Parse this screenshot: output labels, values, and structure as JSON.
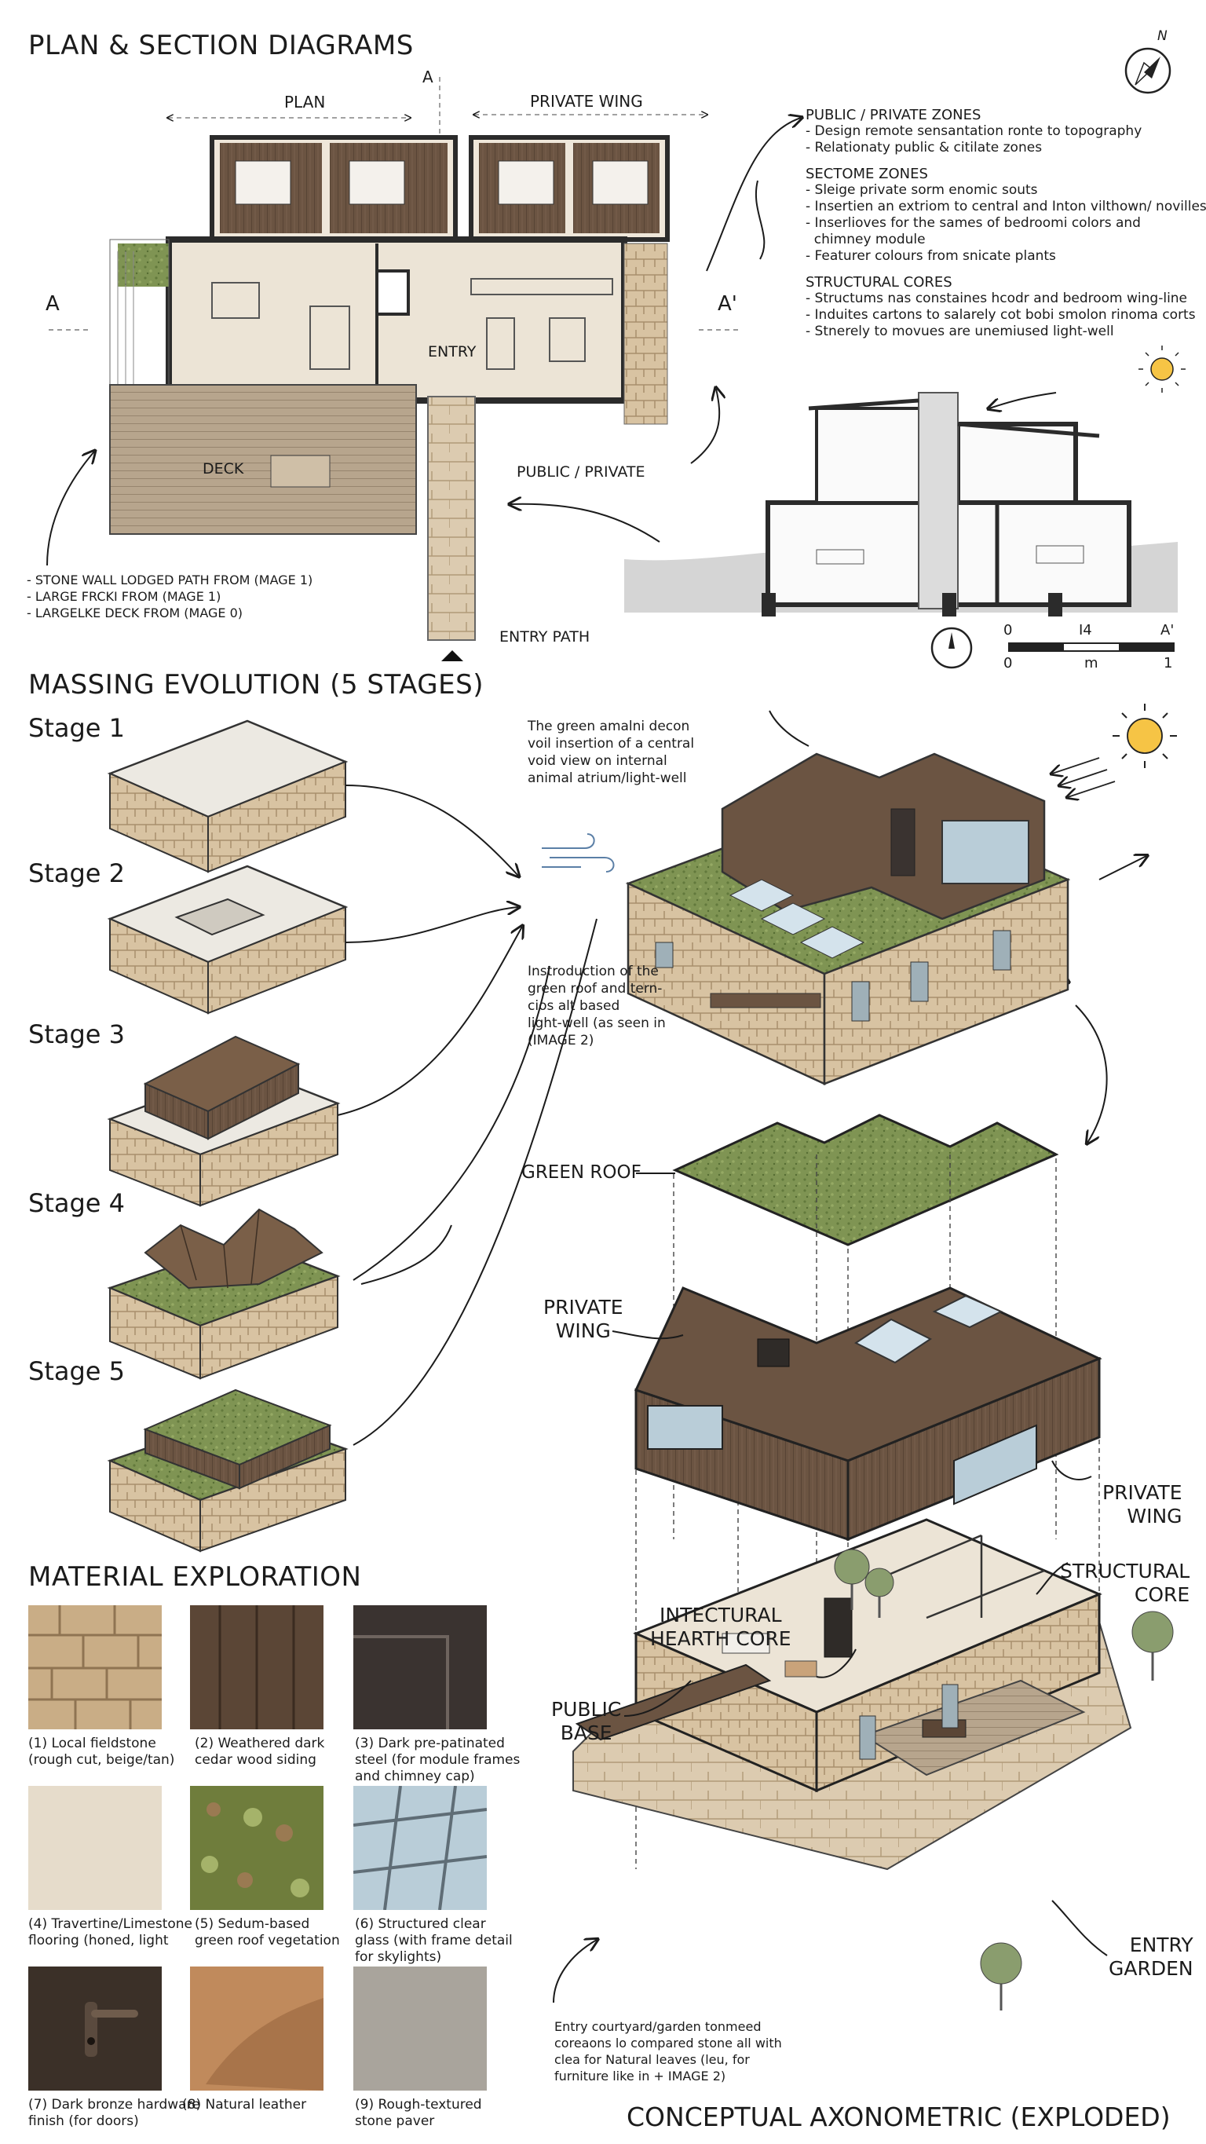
{
  "plan_section": {
    "title": "PLAN & SECTION DIAGRAMS",
    "label_plan": "PLAN",
    "label_private_wing": "PRIVATE WING",
    "marker_a_top": "A",
    "marker_a_left": "A",
    "marker_a_right": "A'",
    "room_entry": "ENTRY",
    "room_deck": "DECK",
    "label_public_private": "PUBLIC / PRIVATE",
    "label_entry_path": "ENTRY PATH",
    "plan_notes": [
      "- STONE WALL LODGED PATH  FROM (MAGE 1)",
      "- LARGE FRCKI FROM (MAGE 1)",
      "- LARGELKE DECK FROM (MAGE 0)"
    ],
    "zone_groups": [
      {
        "heading": "PUBLIC / PRIVATE ZONES",
        "lines": [
          "- Design remote sensantation ronte to topography",
          "- Relationaty public & citilate zones"
        ]
      },
      {
        "heading": "SECTOME ZONES",
        "lines": [
          "- Sleige private sorm enomic souts",
          "- Insertien an extriom to central and Inton vilthown/ novilles",
          "- Inserlioves for the sames of bedroomi colors and",
          "  chimney module",
          "- Featurer colours from snicate plants"
        ]
      },
      {
        "heading": "STRUCTURAL CORES",
        "lines": [
          "- Structums nas constaines hcodr and bedroom wing-line",
          "- Induites cartons to salarely cot bobi smolon rinoma corts",
          "- Stnerely to movues are unemiused light-well"
        ]
      }
    ],
    "compass_letter": "N",
    "scale": {
      "top_left": "0",
      "top_mid": "I4",
      "top_right": "A'",
      "bottom_left": "0",
      "bottom_mid": "m",
      "bottom_right": "1"
    }
  },
  "massing": {
    "title": "MASSING EVOLUTION (5 STAGES)",
    "stages": [
      "Stage 1",
      "Stage 2",
      "Stage 3",
      "Stage 4",
      "Stage 5"
    ],
    "note_top": "The green amalni decon\nvoil insertion of a central\nvoid view on internal\nanimal atrium/light-well",
    "note_mid": "Instroduction of the\ngreen roof and tern-\ncios alt based\nlight-well (as seen in\n(IMAGE 2)"
  },
  "exploded": {
    "green_roof": "GREEN ROOF",
    "private_wing_left": "PRIVATE\nWING",
    "private_wing_right": "PRIVATE\nWING",
    "structural_core": "STRUCTURAL\nCORE",
    "hearth_core": "INTECTURAL\nHEARTH CORE",
    "public_base": "PUBLIC\nBASE",
    "entry_garden": "ENTRY\nGARDEN",
    "note_bottom": "Entry courtyard/garden tonmeed\ncoreaons lo compared stone all with\nclea for Natural leaves (leu, for\nfurniture like in + IMAGE 2)",
    "title": "CONCEPTUAL AXONOMETRIC (EXPLODED)"
  },
  "materials": {
    "title": "MATERIAL EXPLORATION",
    "items": [
      {
        "caption": "(1) Local fieldstone\n(rough cut, beige/tan)",
        "color": "#c9ad86"
      },
      {
        "caption": "(2) Weathered dark\ncedar wood siding",
        "color": "#5b4636"
      },
      {
        "caption": "(3) Dark pre-patinated\nsteel (for module frames\nand chimney cap)",
        "color": "#3a3330"
      },
      {
        "caption": "(4) Travertine/Limestone\nflooring (honed, light",
        "color": "#e6dccb"
      },
      {
        "caption": "(5) Sedum-based\ngreen roof vegetation",
        "color": "#6f7d3c"
      },
      {
        "caption": "(6) Structured clear\nglass (with frame detail\nfor skylights)",
        "color": "#b9cdd8"
      },
      {
        "caption": "(7) Dark bronze hardware\nfinish (for doors)",
        "color": "#3b3028"
      },
      {
        "caption": "(8) Natural leather",
        "color": "#c08a5c"
      },
      {
        "caption": "(9) Rough-textured\nstone paver",
        "color": "#a9a49c"
      }
    ]
  }
}
